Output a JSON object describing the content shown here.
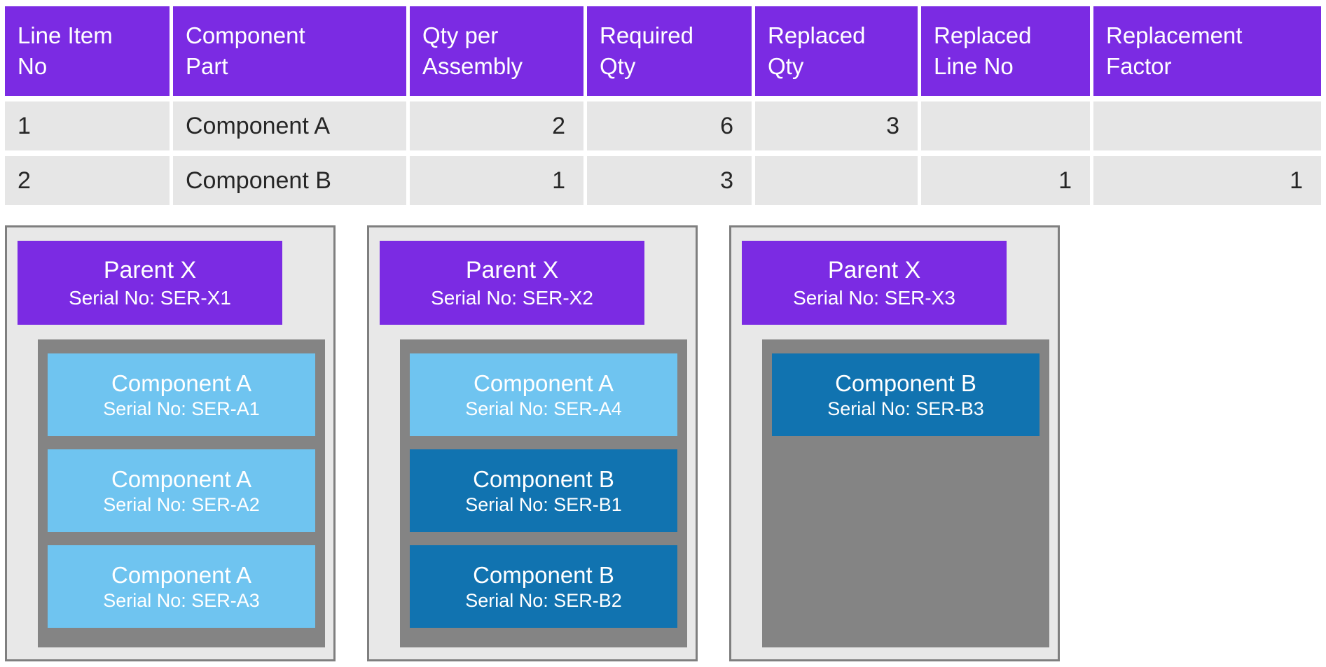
{
  "table": {
    "headers": [
      "Line Item\nNo",
      "Component\nPart",
      "Qty per\nAssembly",
      "Required\nQty",
      "Replaced\nQty",
      "Replaced\nLine No",
      "Replacement\nFactor"
    ],
    "rows": [
      [
        "1",
        "Component A",
        "2",
        "6",
        "3",
        "",
        ""
      ],
      [
        "2",
        "Component B",
        "1",
        "3",
        "",
        "1",
        "1"
      ]
    ]
  },
  "cards": [
    {
      "parent": {
        "name": "Parent X",
        "serial": "Serial No: SER-X1"
      },
      "components": [
        {
          "name": "Component A",
          "serial": "Serial No: SER-A1",
          "variant": "light"
        },
        {
          "name": "Component A",
          "serial": "Serial No: SER-A2",
          "variant": "light"
        },
        {
          "name": "Component A",
          "serial": "Serial No: SER-A3",
          "variant": "light"
        }
      ]
    },
    {
      "parent": {
        "name": "Parent X",
        "serial": "Serial No: SER-X2"
      },
      "components": [
        {
          "name": "Component A",
          "serial": "Serial No: SER-A4",
          "variant": "light"
        },
        {
          "name": "Component B",
          "serial": "Serial No: SER-B1",
          "variant": "dark"
        },
        {
          "name": "Component B",
          "serial": "Serial No: SER-B2",
          "variant": "dark"
        }
      ]
    },
    {
      "parent": {
        "name": "Parent X",
        "serial": "Serial No: SER-X3"
      },
      "components": [
        {
          "name": "Component B",
          "serial": "Serial No: SER-B3",
          "variant": "dark"
        }
      ]
    }
  ],
  "colors": {
    "purple": "#7B2BE3",
    "light_blue": "#6FC4F0",
    "dark_blue": "#1173B0",
    "container_gray": "#848484",
    "card_bg": "#E8E8E8",
    "card_border": "#7F7F7F",
    "row_bg": "#E6E6E6",
    "table_text": "#262626"
  }
}
